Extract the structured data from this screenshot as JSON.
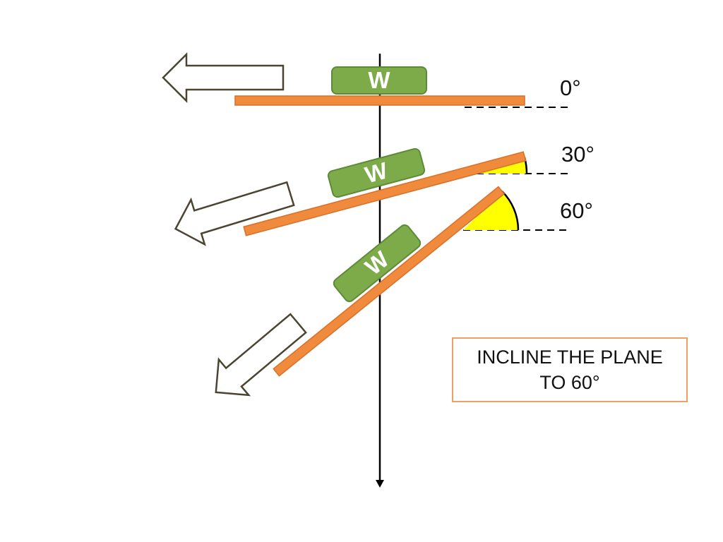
{
  "block_label": "W",
  "angles": [
    {
      "label": "0°",
      "value": 0
    },
    {
      "label": "30°",
      "value": 30
    },
    {
      "label": "60°",
      "value": 60
    }
  ],
  "callout": {
    "line1": "INCLINE THE PLANE",
    "line2": "TO  60°"
  },
  "colors": {
    "plank": "#f08a3c",
    "block_fill": "#7eab4a",
    "block_stroke": "#5d8a36",
    "angle_fill": "#ffff00",
    "arrow_stroke": "#4a4530",
    "axis": "#000000",
    "callout_border": "#f0a065"
  }
}
